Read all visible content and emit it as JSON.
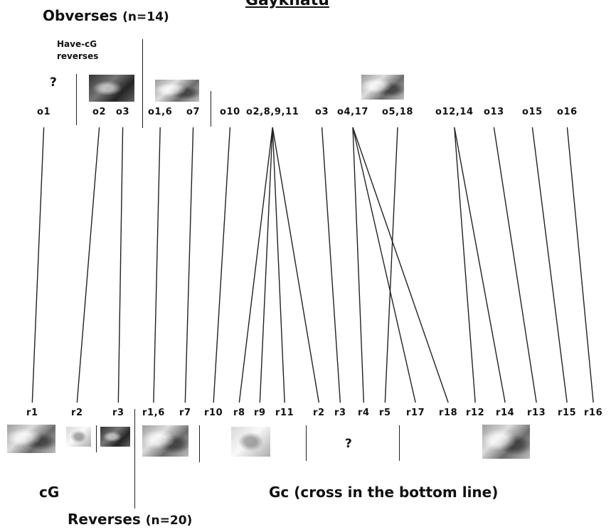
{
  "title": "Gaykhatu",
  "obverses_heading": {
    "label": "Obverses",
    "count": "(n=14)"
  },
  "have_cg_note": {
    "line1": "Have-cG",
    "line2": "reverses"
  },
  "unknown_mark": "?",
  "obverses": [
    "o1",
    "o2",
    "o3",
    "o1,6",
    "o7",
    "o10",
    "o2,8,9,11",
    "o3",
    "o4,17",
    "o5,18",
    "o12,14",
    "o13",
    "o15",
    "o16"
  ],
  "reverses": [
    "r1",
    "r2",
    "r3",
    "r1,6",
    "r7",
    "r10",
    "r8",
    "r9",
    "r11",
    "r2",
    "r3",
    "r4",
    "r5",
    "r17",
    "r18",
    "r12",
    "r14",
    "r13",
    "r15",
    "r16"
  ],
  "links": [
    [
      0,
      0
    ],
    [
      1,
      1
    ],
    [
      2,
      2
    ],
    [
      3,
      3
    ],
    [
      4,
      4
    ],
    [
      5,
      5
    ],
    [
      6,
      6
    ],
    [
      6,
      7
    ],
    [
      6,
      8
    ],
    [
      6,
      9
    ],
    [
      7,
      10
    ],
    [
      8,
      11
    ],
    [
      8,
      13
    ],
    [
      8,
      14
    ],
    [
      9,
      12
    ],
    [
      10,
      15
    ],
    [
      10,
      16
    ],
    [
      11,
      17
    ],
    [
      12,
      18
    ],
    [
      13,
      19
    ]
  ],
  "group_cg": "cG",
  "group_gc": "Gc (cross in the bottom line)",
  "reverses_heading": {
    "label": "Reverses",
    "count": "(n=20)"
  },
  "colors": {
    "line": "#222222",
    "text": "#111111"
  }
}
